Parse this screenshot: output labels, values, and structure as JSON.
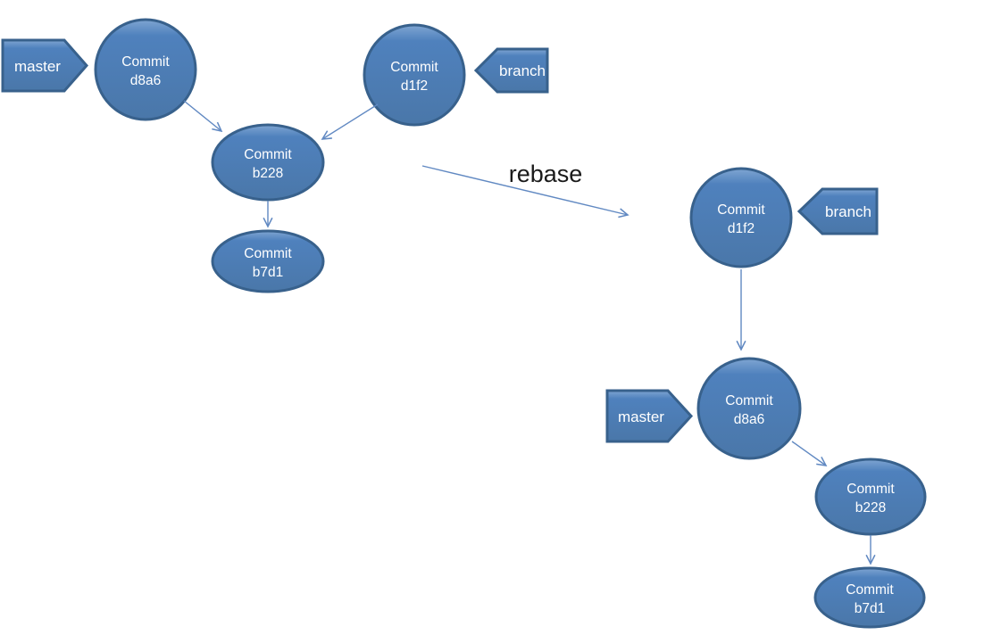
{
  "colors": {
    "canvas_bg": "#FFFFFF",
    "node_fill": "#4F81BD",
    "node_fill_light": "#7FA5D2",
    "node_fill_dark": "#4A77A9",
    "node_border": "#38618C",
    "arrow": "#6189C2",
    "label_text": "#FFFFFF",
    "rebase_text": "#1A1A1A"
  },
  "rebase": {
    "label": "rebase"
  },
  "before": {
    "master_label": "master",
    "branch_label": "branch",
    "commits": [
      {
        "title": "Commit",
        "id": "d8a6"
      },
      {
        "title": "Commit",
        "id": "d1f2"
      },
      {
        "title": "Commit",
        "id": "b228"
      },
      {
        "title": "Commit",
        "id": "b7d1"
      }
    ],
    "edges": [
      "d8a6->b228",
      "d1f2->b228",
      "b228->b7d1"
    ],
    "tags": [
      "master->d8a6",
      "branch->d1f2"
    ]
  },
  "after": {
    "master_label": "master",
    "branch_label": "branch",
    "commits": [
      {
        "title": "Commit",
        "id": "d1f2"
      },
      {
        "title": "Commit",
        "id": "d8a6"
      },
      {
        "title": "Commit",
        "id": "b228"
      },
      {
        "title": "Commit",
        "id": "b7d1"
      }
    ],
    "edges": [
      "d1f2->d8a6",
      "d8a6->b228",
      "b228->b7d1"
    ],
    "tags": [
      "branch->d1f2",
      "master->d8a6"
    ]
  }
}
